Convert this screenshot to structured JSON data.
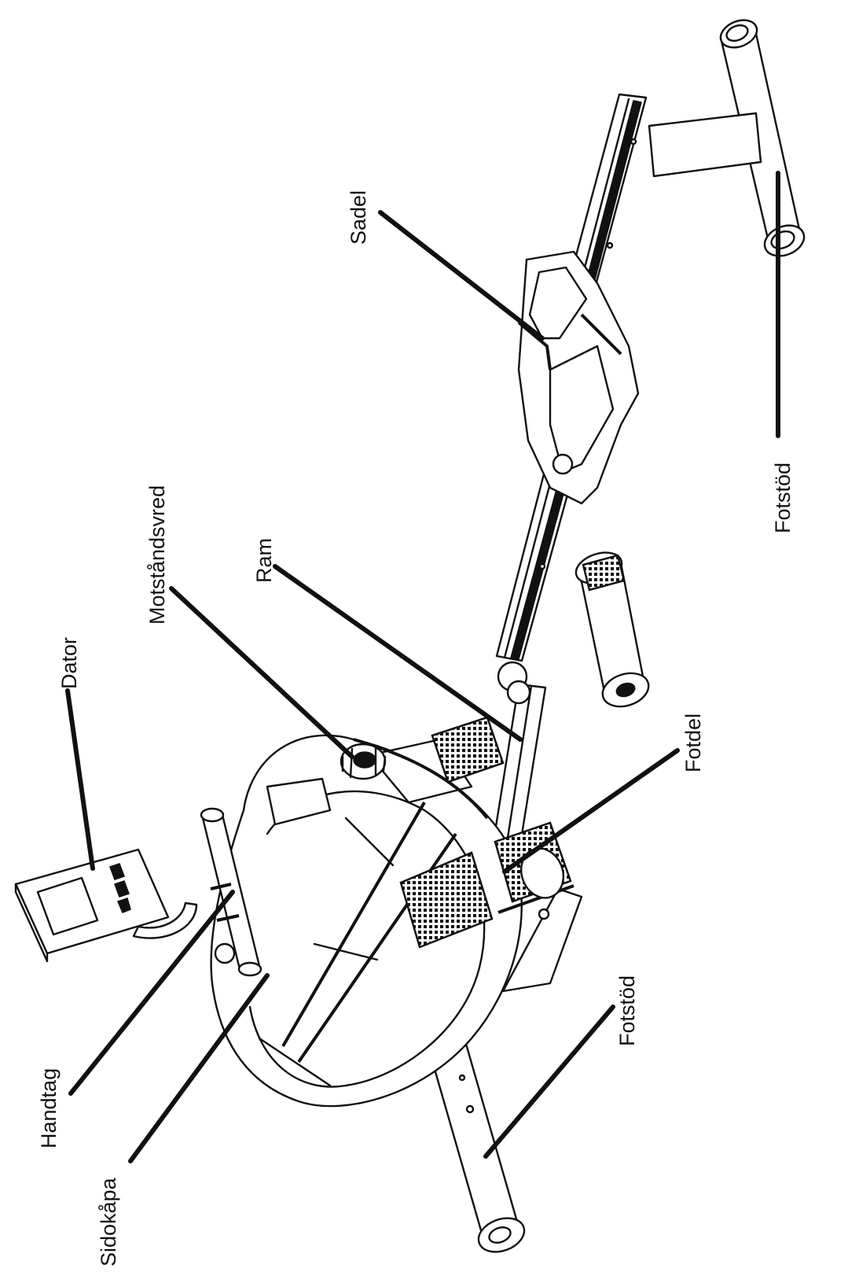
{
  "labels": {
    "dator": "Dator",
    "motstandsvred": "Motståndsvred",
    "ram": "Ram",
    "sadel": "Sadel",
    "fotstod_right": "Fotstöd",
    "fotdel": "Fotdel",
    "fotstod_left": "Fotstöd",
    "handtag": "Handtag",
    "sidokapa": "Sidokåpa"
  },
  "colors": {
    "ink": "#111111",
    "background": "#ffffff"
  }
}
